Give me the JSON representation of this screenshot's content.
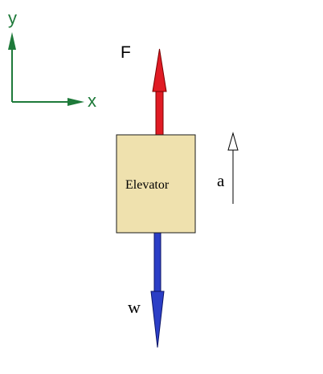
{
  "axes": {
    "y_label": "y",
    "x_label": "x",
    "color": "#1e7a3a"
  },
  "elevator": {
    "label": "Elevator",
    "fill": "#efe1ae",
    "stroke": "#1a1a1a"
  },
  "forces": {
    "applied": {
      "label": "F",
      "color": "#e01b24"
    },
    "weight": {
      "label": "w",
      "color": "#2b3ec6"
    }
  },
  "acceleration": {
    "label": "a"
  }
}
